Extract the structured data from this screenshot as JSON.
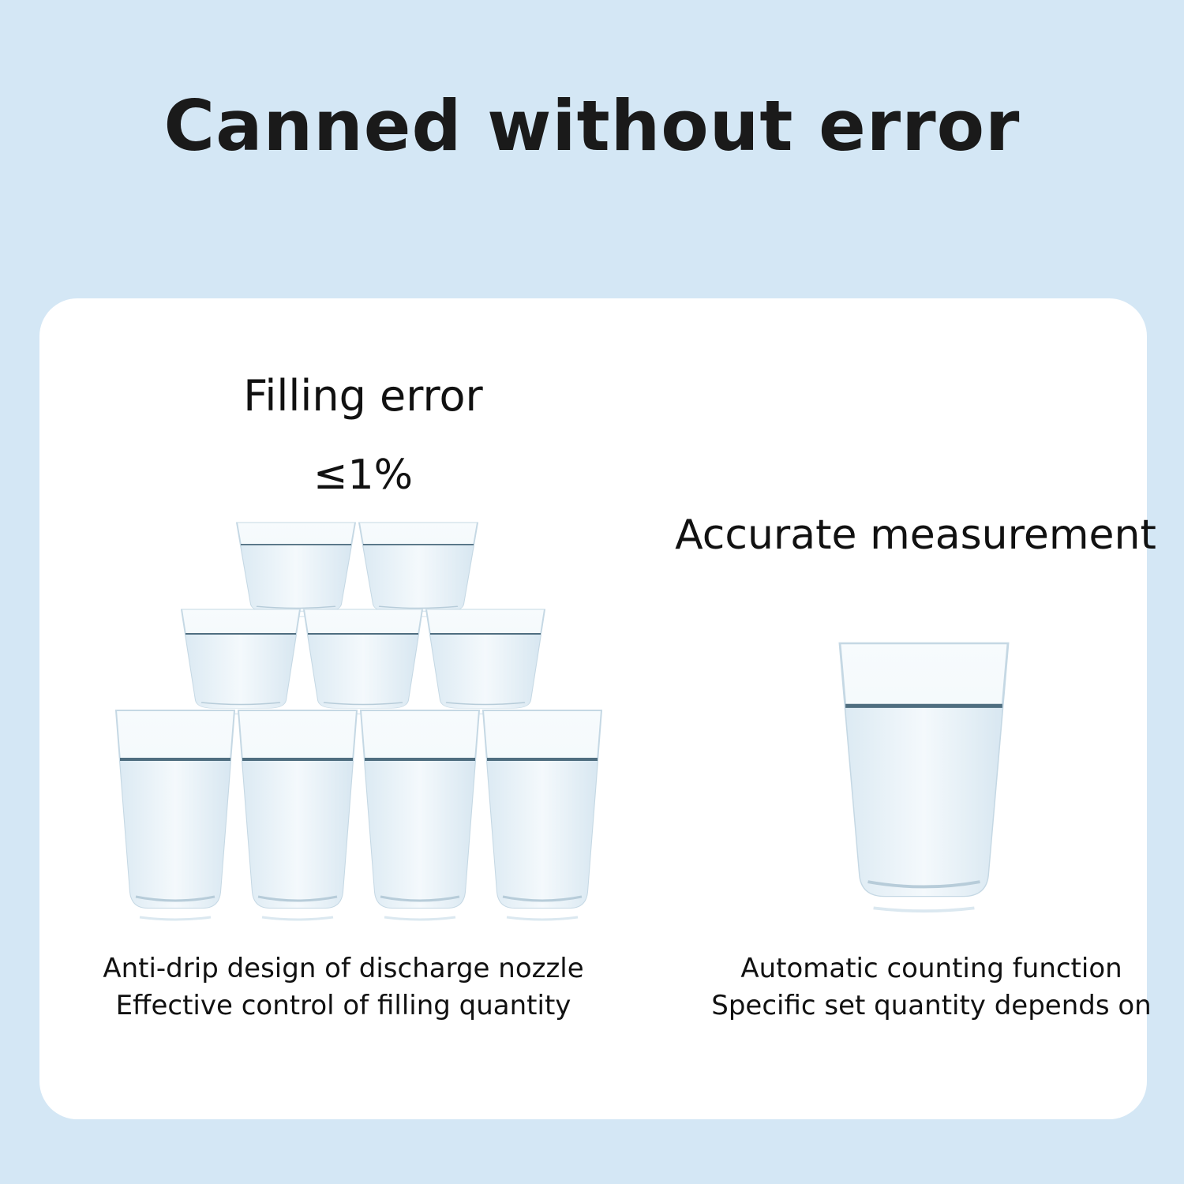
{
  "header": {
    "title": "Canned without error"
  },
  "left_panel": {
    "title": "Filling error",
    "value": "≤1%",
    "caption_line1": "Anti-drip design of discharge nozzle",
    "caption_line2": "Effective control of filling quantity"
  },
  "right_panel": {
    "title": "Accurate measurement",
    "caption_line1": "Automatic counting function",
    "caption_line2": "Specific set quantity depends on"
  },
  "colors": {
    "background": "#d4e7f5",
    "card": "#ffffff",
    "glass_fill": "#e8f2f8",
    "water_line": "#5a7a8c"
  },
  "icons": [
    "water-glass-icon"
  ]
}
